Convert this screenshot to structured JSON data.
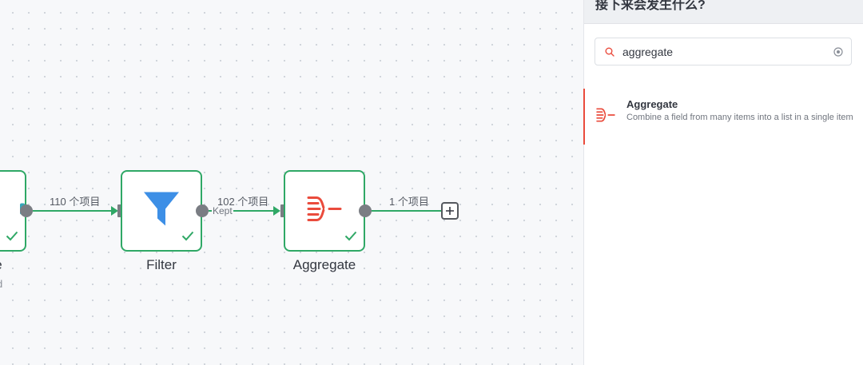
{
  "canvas": {
    "left_node": {
      "title_fragment": "e",
      "subtitle_fragment": "d"
    },
    "edges": [
      {
        "label": "110 个项目"
      },
      {
        "label": "102 个项目",
        "branch": "Kept"
      },
      {
        "label": "1 个项目"
      }
    ],
    "nodes": [
      {
        "title": "Filter",
        "icon": "funnel-icon",
        "status": "success"
      },
      {
        "title": "Aggregate",
        "icon": "aggregate-icon",
        "status": "success"
      }
    ],
    "colors": {
      "success": "#2fa866",
      "filter_icon": "#3d8fe6",
      "aggregate_icon": "#ea4b3c"
    }
  },
  "panel": {
    "title": "接下来会发生什么?",
    "search": {
      "value": "aggregate",
      "placeholder": ""
    },
    "results": [
      {
        "title": "Aggregate",
        "description": "Combine a field from many items into a list in a single item",
        "icon": "aggregate-icon"
      }
    ]
  }
}
